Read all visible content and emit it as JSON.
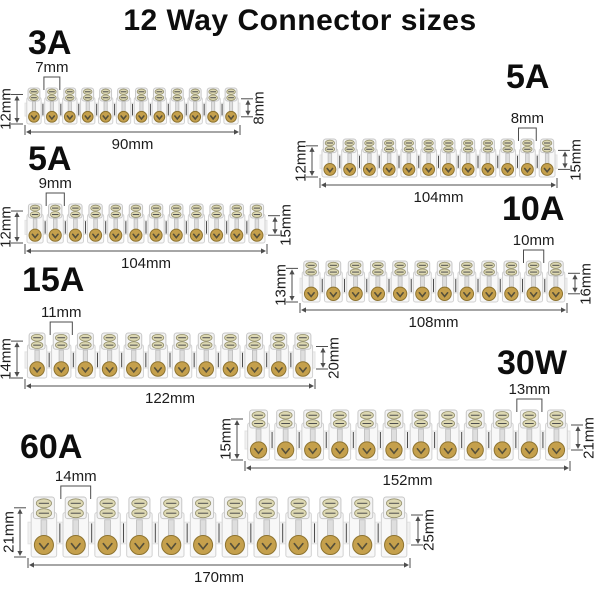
{
  "title": "12 Way Connector sizes",
  "ways_per_strip": 12,
  "connectors": [
    {
      "label": "3A",
      "pitch": "7mm",
      "height": "12mm",
      "length": "90mm",
      "end_height": "8mm"
    },
    {
      "label": "5A",
      "pitch": "8mm",
      "height": "12mm",
      "length": "104mm",
      "end_height": "15mm"
    },
    {
      "label": "5A",
      "pitch": "9mm",
      "height": "12mm",
      "length": "104mm",
      "end_height": "15mm"
    },
    {
      "label": "10A",
      "pitch": "10mm",
      "height": "13mm",
      "length": "108mm",
      "end_height": "16mm"
    },
    {
      "label": "15A",
      "pitch": "11mm",
      "height": "14mm",
      "length": "122mm",
      "end_height": "20mm"
    },
    {
      "label": "30W",
      "pitch": "13mm",
      "height": "15mm",
      "length": "152mm",
      "end_height": "21mm"
    },
    {
      "label": "60A",
      "pitch": "14mm",
      "height": "21mm",
      "length": "170mm",
      "end_height": "25mm"
    }
  ],
  "colors": {
    "background": "#ffffff",
    "text": "#0d0d0d",
    "dimension_line": "#4d4d4d",
    "plastic_body": "#f8f8f8",
    "plastic_stroke": "#d2d2d2",
    "brass_screw": "#c5a04c",
    "brass_rim": "#8d7330",
    "top_screw": "#ddd8b2",
    "screw_slot": "#56503a"
  }
}
